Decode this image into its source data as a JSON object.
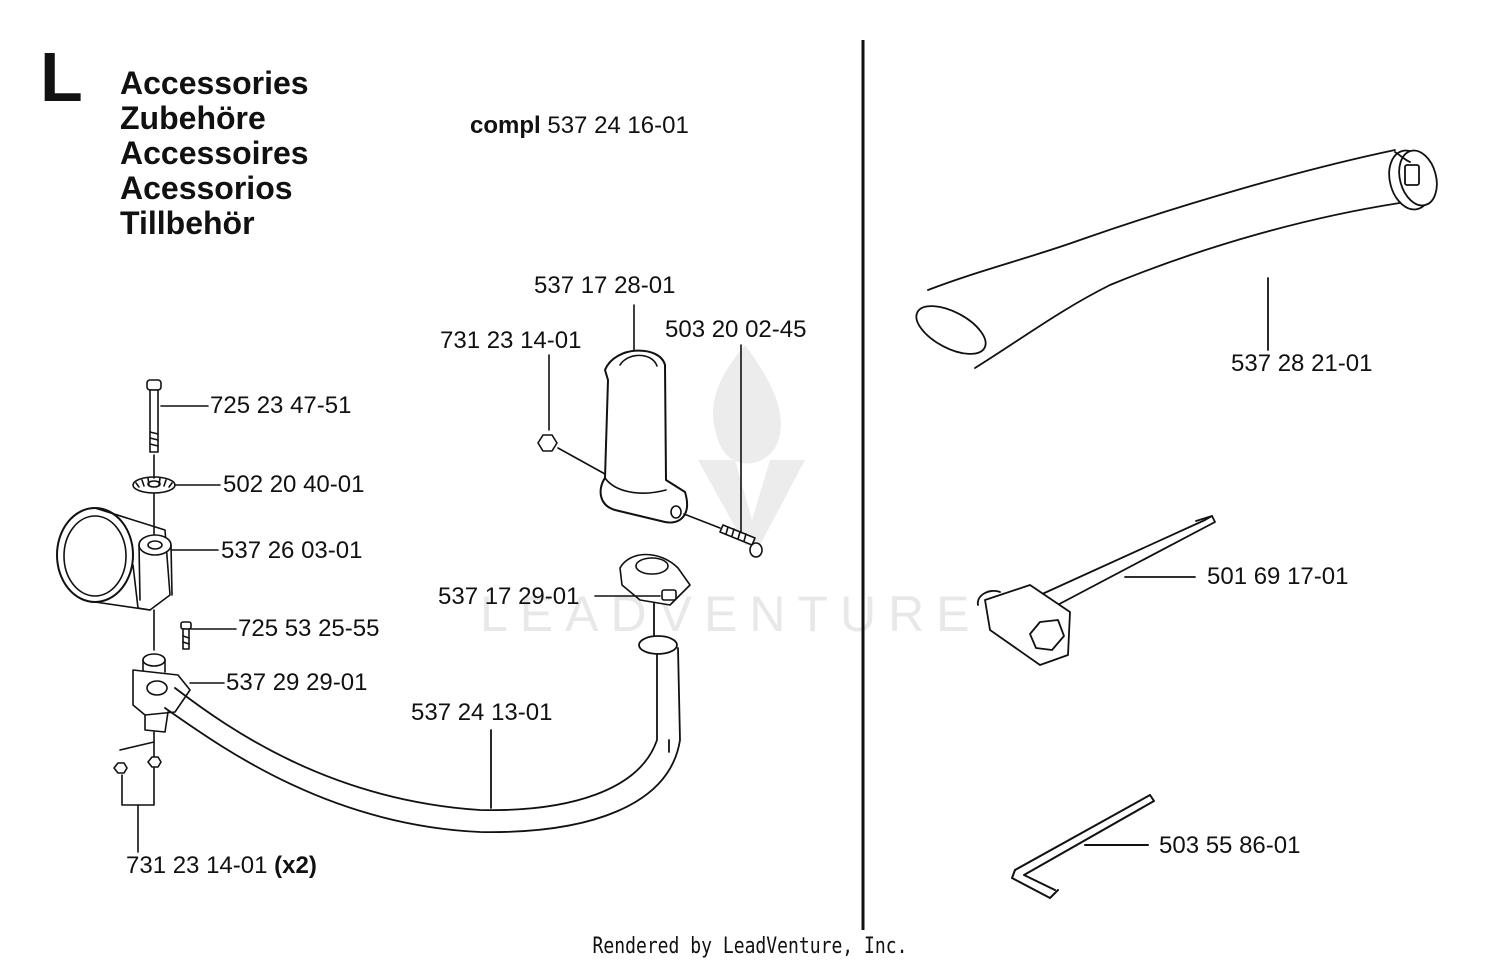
{
  "section": {
    "letter": "L",
    "titles": [
      "Accessories",
      "Zubehöre",
      "Accessoires",
      "Acessorios",
      "Tillbehör"
    ]
  },
  "assembly": {
    "prefix": "compl",
    "number": "537 24 16-01"
  },
  "parts": {
    "bolt": "725 23 47-51",
    "washer": "502 20 40-01",
    "clamp": "537 26 03-01",
    "screw": "725 53 25-55",
    "bracket": "537 29 29-01",
    "nuts": "731 23 14-01",
    "nuts_qty": "(x2)",
    "handle_bar": "537 24 13-01",
    "handle_nut": "731 23 14-01",
    "handle_grip": "537 17 28-01",
    "handle_screw": "503 20 02-45",
    "handle_holder": "537 17 29-01",
    "nozzle": "537 28 21-01",
    "spark_plug_wrench": "501 69 17-01",
    "hex_key": "503 55 86-01"
  },
  "watermark": "LEADVENTURE",
  "footer": "Rendered by LeadVenture, Inc.",
  "colors": {
    "ink": "#111111",
    "watermark": "#e8e8e8"
  }
}
